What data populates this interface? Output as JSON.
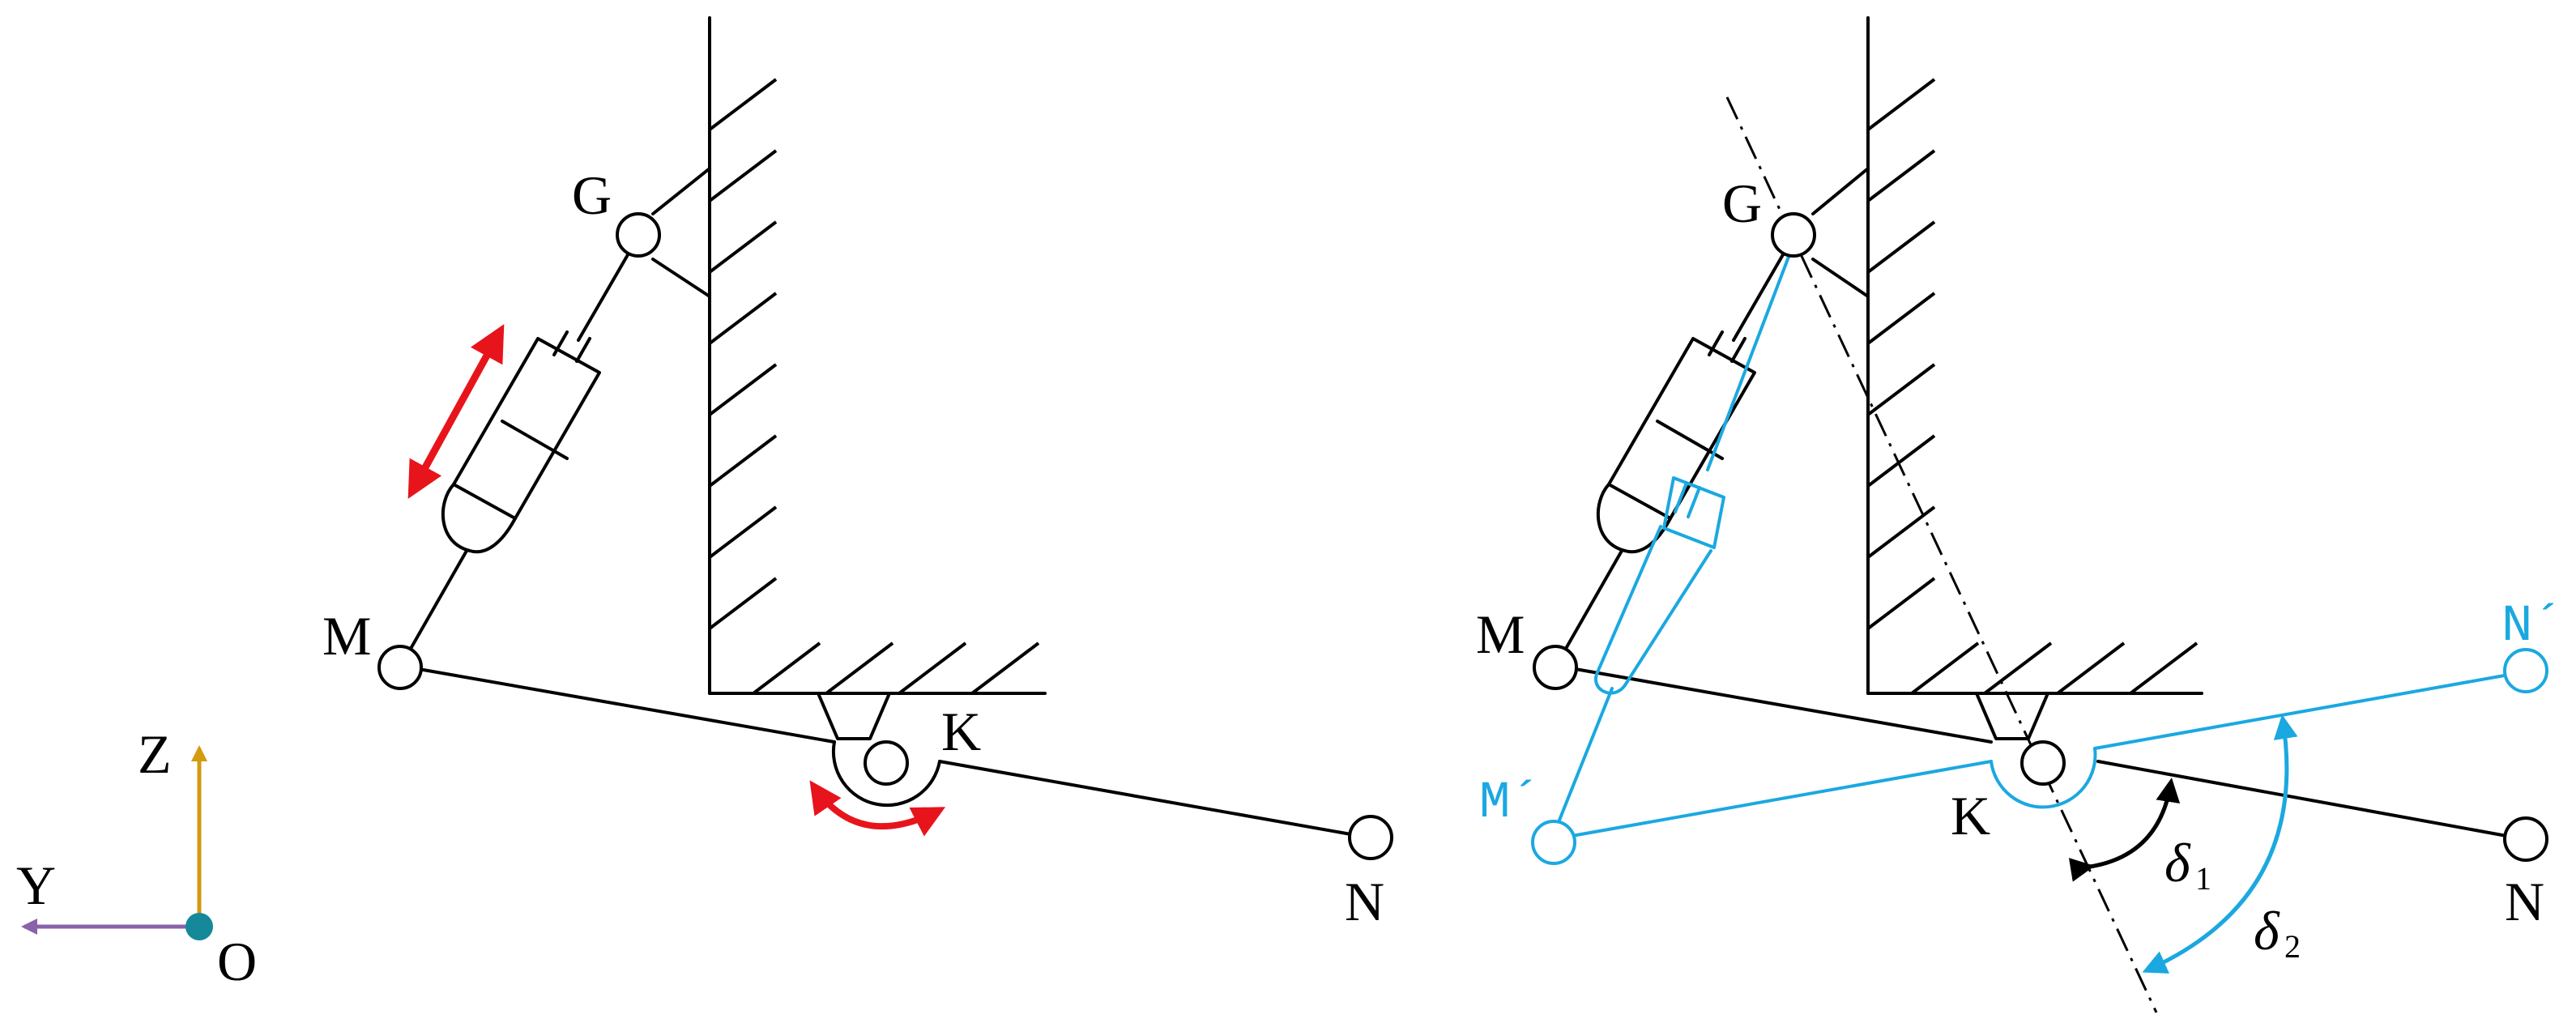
{
  "labels": {
    "left": {
      "G": "G",
      "M": "M",
      "K": "K",
      "N": "N"
    },
    "right": {
      "G": "G",
      "M": "M",
      "K": "K",
      "N": "N",
      "M_prime": "M´",
      "N_prime": "N´"
    }
  },
  "axes": {
    "z": "Z",
    "y": "Y",
    "origin": "O"
  },
  "angles": {
    "delta1": {
      "symbol": "δ",
      "sub": "1"
    },
    "delta2": {
      "symbol": "δ",
      "sub": "2"
    }
  },
  "colors": {
    "line": "#000000",
    "rotated": "#1ba8e0",
    "motion_arrow": "#e8141c",
    "z_axis": "#d49a10",
    "y_axis": "#8a62aa",
    "origin": "#15899a"
  }
}
